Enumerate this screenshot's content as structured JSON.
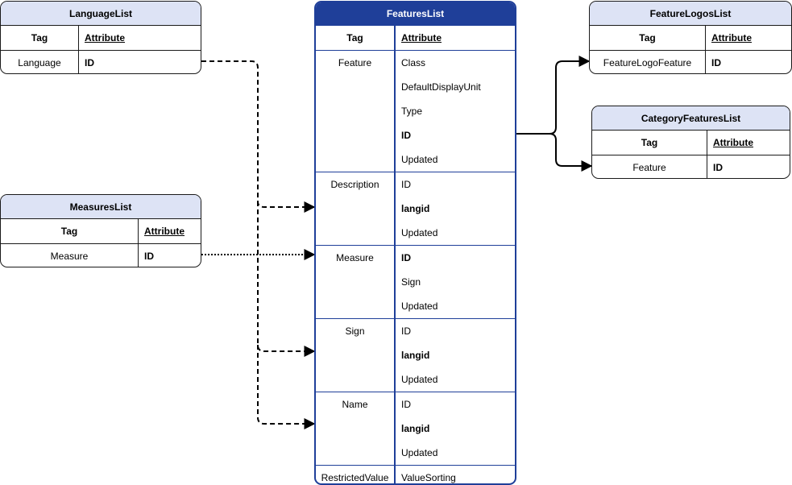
{
  "features_list": {
    "title": "FeaturesList",
    "header": {
      "tag": "Tag",
      "attribute": "Attribute"
    },
    "groups": [
      {
        "tag": "Feature",
        "attributes": [
          {
            "name": "Class",
            "key": false
          },
          {
            "name": "DefaultDisplayUnit",
            "key": false
          },
          {
            "name": "Type",
            "key": false
          },
          {
            "name": "ID",
            "key": true
          },
          {
            "name": "Updated",
            "key": false
          }
        ]
      },
      {
        "tag": "Description",
        "attributes": [
          {
            "name": "ID",
            "key": false
          },
          {
            "name": "langid",
            "key": true
          },
          {
            "name": "Updated",
            "key": false
          }
        ]
      },
      {
        "tag": "Measure",
        "attributes": [
          {
            "name": "ID",
            "key": true
          },
          {
            "name": "Sign",
            "key": false
          },
          {
            "name": "Updated",
            "key": false
          }
        ]
      },
      {
        "tag": "Sign",
        "attributes": [
          {
            "name": "ID",
            "key": false
          },
          {
            "name": "langid",
            "key": true
          },
          {
            "name": "Updated",
            "key": false
          }
        ]
      },
      {
        "tag": "Name",
        "attributes": [
          {
            "name": "ID",
            "key": false
          },
          {
            "name": "langid",
            "key": true
          },
          {
            "name": "Updated",
            "key": false
          }
        ]
      },
      {
        "tag": "RestrictedValue",
        "attributes": [
          {
            "name": "ValueSorting",
            "key": false
          }
        ]
      }
    ]
  },
  "language_list": {
    "title": "LanguageList",
    "header": {
      "tag": "Tag",
      "attribute": "Attribute"
    },
    "row": {
      "tag": "Language",
      "attribute": "ID"
    }
  },
  "measures_list": {
    "title": "MeasuresList",
    "header": {
      "tag": "Tag",
      "attribute": "Attribute"
    },
    "row": {
      "tag": "Measure",
      "attribute": "ID"
    }
  },
  "feature_logos_list": {
    "title": "FeatureLogosList",
    "header": {
      "tag": "Tag",
      "attribute": "Attribute"
    },
    "row": {
      "tag": "FeatureLogoFeature",
      "attribute": "ID"
    }
  },
  "category_features_list": {
    "title": "CategoryFeaturesList",
    "header": {
      "tag": "Tag",
      "attribute": "Attribute"
    },
    "row": {
      "tag": "Feature",
      "attribute": "ID"
    }
  },
  "colors": {
    "main_header_bg": "#1f3f99",
    "secondary_header_bg": "#dde3f5",
    "line": "#000000"
  }
}
